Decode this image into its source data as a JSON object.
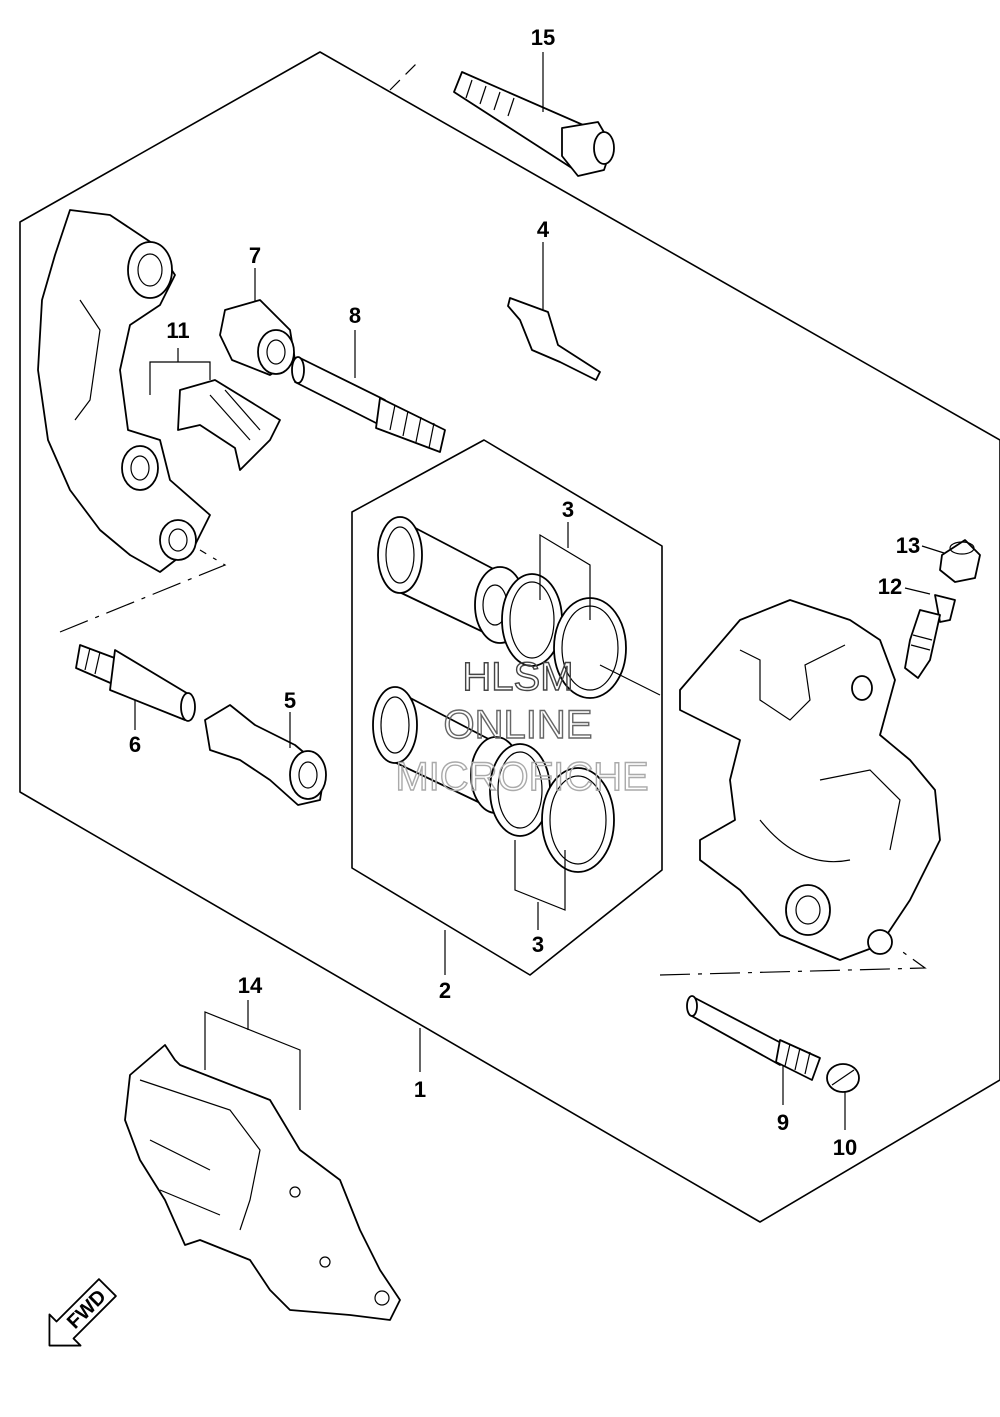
{
  "callouts": [
    {
      "id": "15",
      "label": "15"
    },
    {
      "id": "7",
      "label": "7"
    },
    {
      "id": "4",
      "label": "4"
    },
    {
      "id": "11",
      "label": "11"
    },
    {
      "id": "8",
      "label": "8"
    },
    {
      "id": "3a",
      "label": "3"
    },
    {
      "id": "13",
      "label": "13"
    },
    {
      "id": "12",
      "label": "12"
    },
    {
      "id": "5",
      "label": "5"
    },
    {
      "id": "6",
      "label": "6"
    },
    {
      "id": "3b",
      "label": "3"
    },
    {
      "id": "2",
      "label": "2"
    },
    {
      "id": "14",
      "label": "14"
    },
    {
      "id": "1",
      "label": "1"
    },
    {
      "id": "9",
      "label": "9"
    },
    {
      "id": "10",
      "label": "10"
    }
  ],
  "watermark": {
    "line1": "HLSM",
    "line2": "ONLINE",
    "line3": "MICROFICHE"
  },
  "fwd_arrow": {
    "label": "FWD"
  }
}
